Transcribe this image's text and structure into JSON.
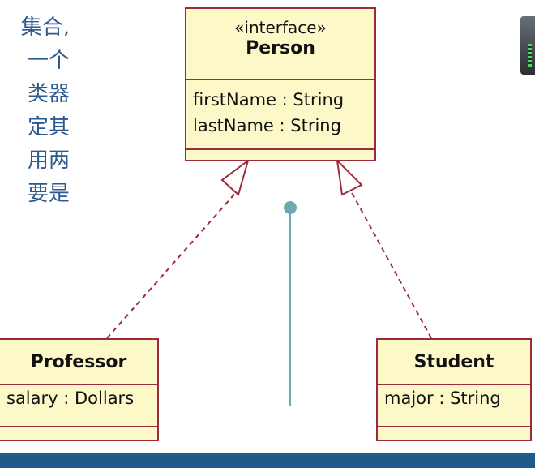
{
  "side_text": [
    "集合,",
    "一个",
    "类器",
    "定其",
    "用两",
    "要是"
  ],
  "person": {
    "stereotype": "«interface»",
    "name": "Person",
    "attributes": [
      "firstName : String",
      "lastName : String"
    ]
  },
  "professor": {
    "name": "Professor",
    "attributes": [
      "salary : Dollars"
    ]
  },
  "student": {
    "name": "Student",
    "attributes": [
      "major : String"
    ]
  },
  "colors": {
    "box_fill": "#fdf8c8",
    "box_border": "#9b2b3a",
    "side_text": "#2d5a8e",
    "connector": "#6aaab0",
    "bottom_bar": "#1f5a8a"
  }
}
